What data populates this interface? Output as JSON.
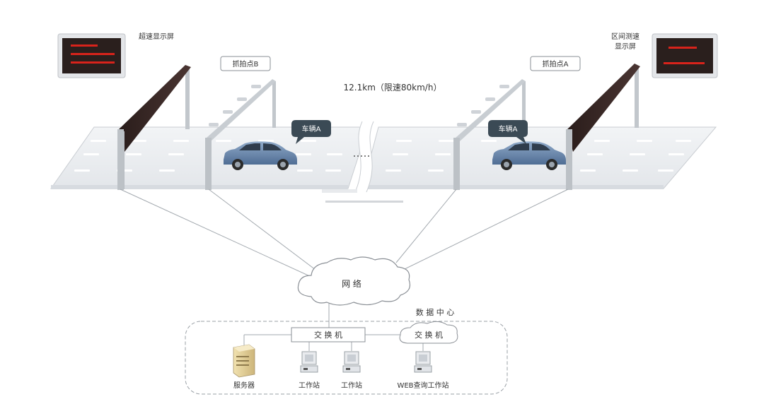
{
  "labels": {
    "overspeed_screen": "超速显示屏",
    "section_speed_screen_line1": "区间测速",
    "section_speed_screen_line2": "显示屏",
    "capture_point_b": "抓拍点B",
    "capture_point_a": "抓拍点A",
    "distance_limit": "12.1km（限速80km/h）",
    "vehicle_a_left": "车辆A",
    "vehicle_a_right": "车辆A",
    "network": "网 络",
    "data_center": "数 据 中 心",
    "switch_main": "交 换 机",
    "switch_cloud": "交 换 机",
    "server": "服务器",
    "workstation_1": "工作站",
    "workstation_2": "工作站",
    "web_workstation": "WEB查询工作站"
  },
  "colors": {
    "road": "#eceef0",
    "lane_dash": "#ffffff",
    "gantry": "#b8bdc3",
    "sign_panel": "#3a2a28",
    "led_text": "#d8231b",
    "line": "#9aa0a6",
    "car_body": "#5d7ea8"
  },
  "icons": {
    "display": "led-display-icon",
    "camera": "camera-icon",
    "car": "car-icon",
    "cloud": "cloud-icon",
    "server": "server-icon",
    "workstation": "workstation-icon"
  }
}
